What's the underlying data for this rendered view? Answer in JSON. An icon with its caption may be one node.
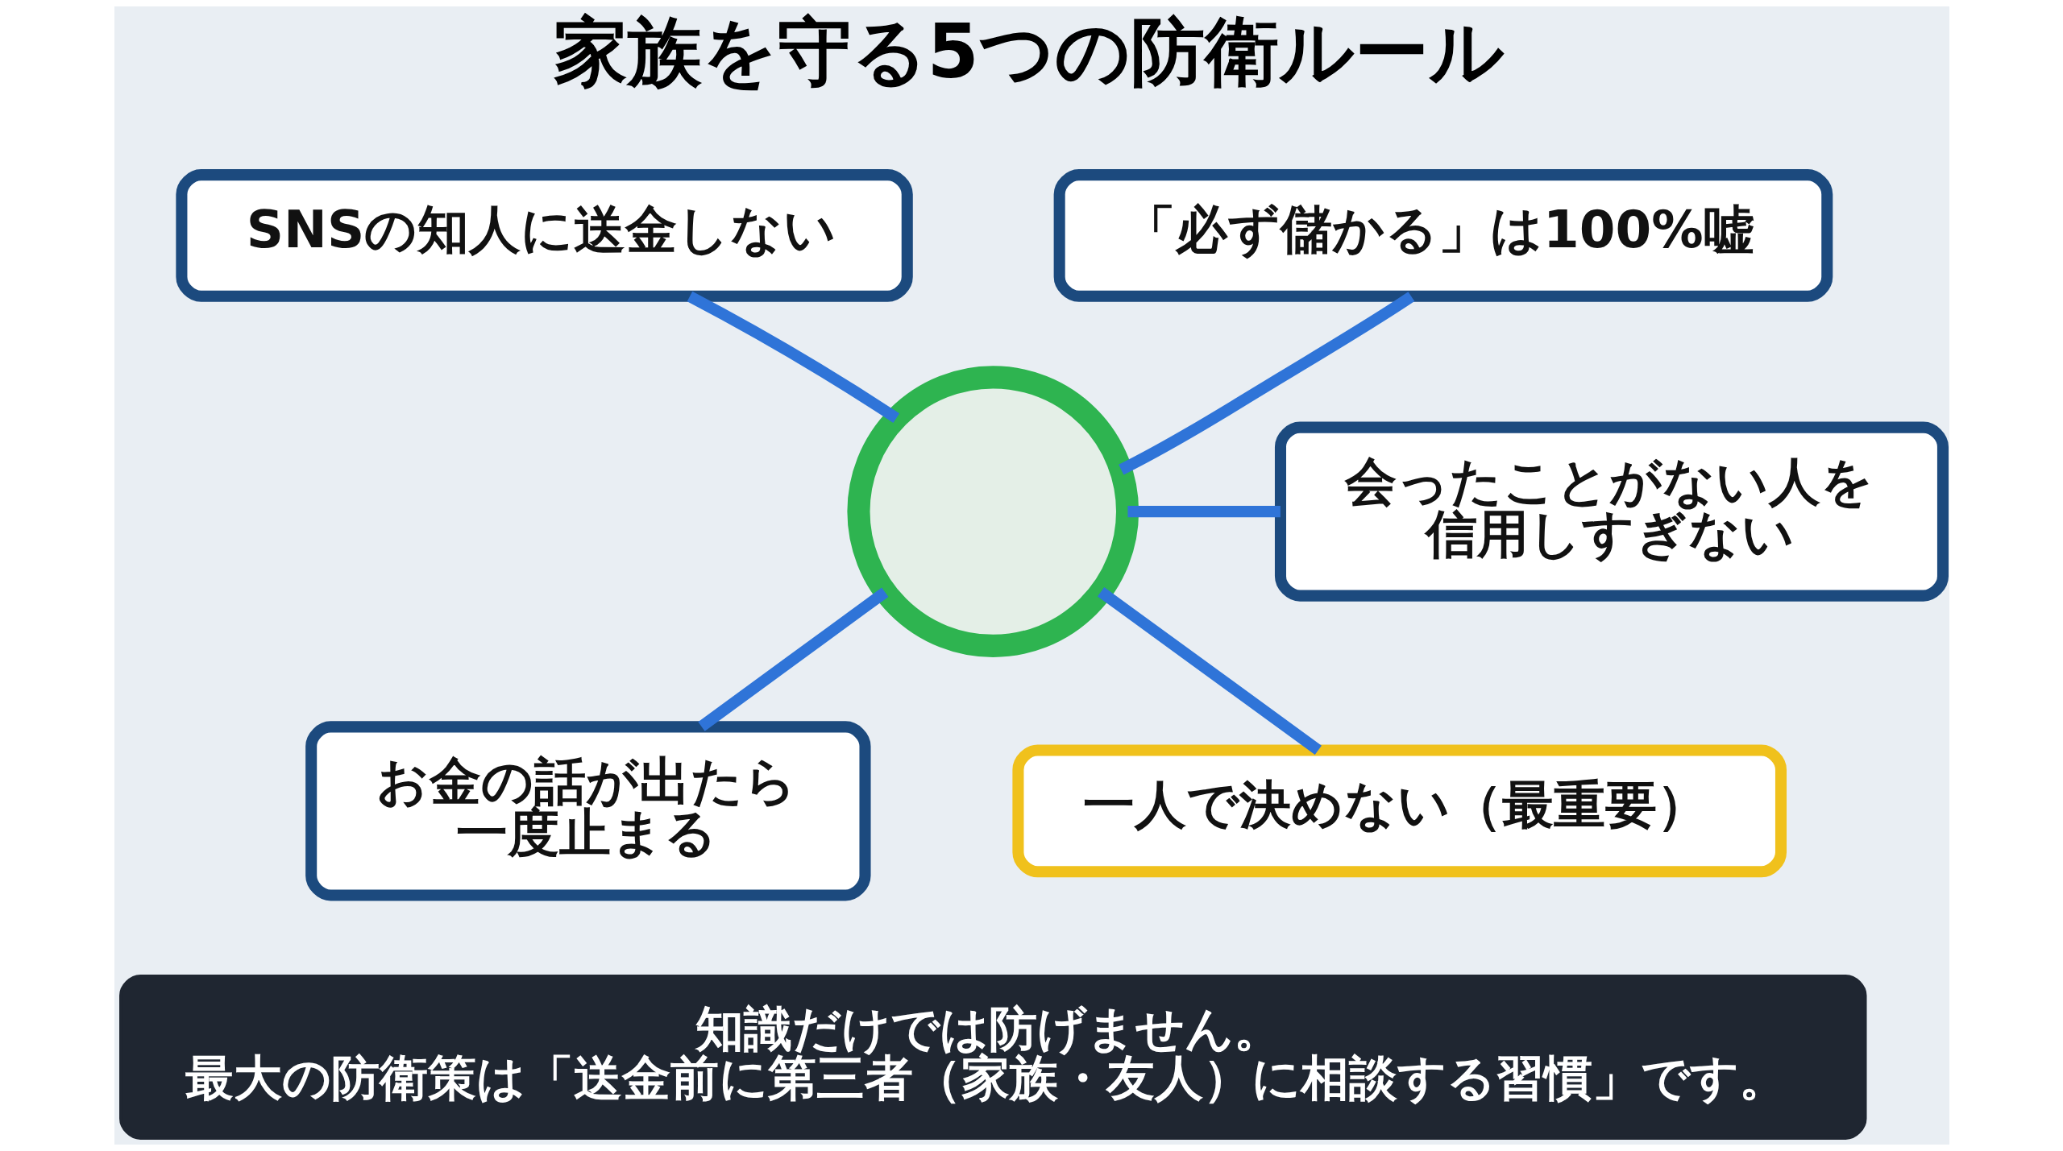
{
  "diagram": {
    "title": "家族を守る5つの防衛ルール",
    "nodes": [
      {
        "text": [
          "SNSの知人に送金しない"
        ]
      },
      {
        "text": [
          "「必ず儲かる」は100%嘘"
        ]
      },
      {
        "text": [],
        "shape": "circle"
      },
      {
        "text": [
          "会ったことがない人を信用しすぎない"
        ]
      },
      {
        "text": [
          "お金の話が出たら一度止まる"
        ]
      },
      {
        "text": [
          "一人で決めない（最重要）"
        ]
      },
      {
        "text": [
          "知識だけでは防げません。",
          "最大の防衛策は「送金前に第三者（家族・友人）に相談する習慣」です。"
        ]
      }
    ],
    "edges": [
      {
        "from": 2,
        "to": 0,
        "arrow": "none"
      },
      {
        "from": 2,
        "to": 1,
        "arrow": "none"
      },
      {
        "from": 2,
        "to": 3,
        "arrow": "none"
      },
      {
        "from": 2,
        "to": 4,
        "arrow": "none"
      },
      {
        "from": 2,
        "to": 5,
        "arrow": "none"
      }
    ]
  }
}
